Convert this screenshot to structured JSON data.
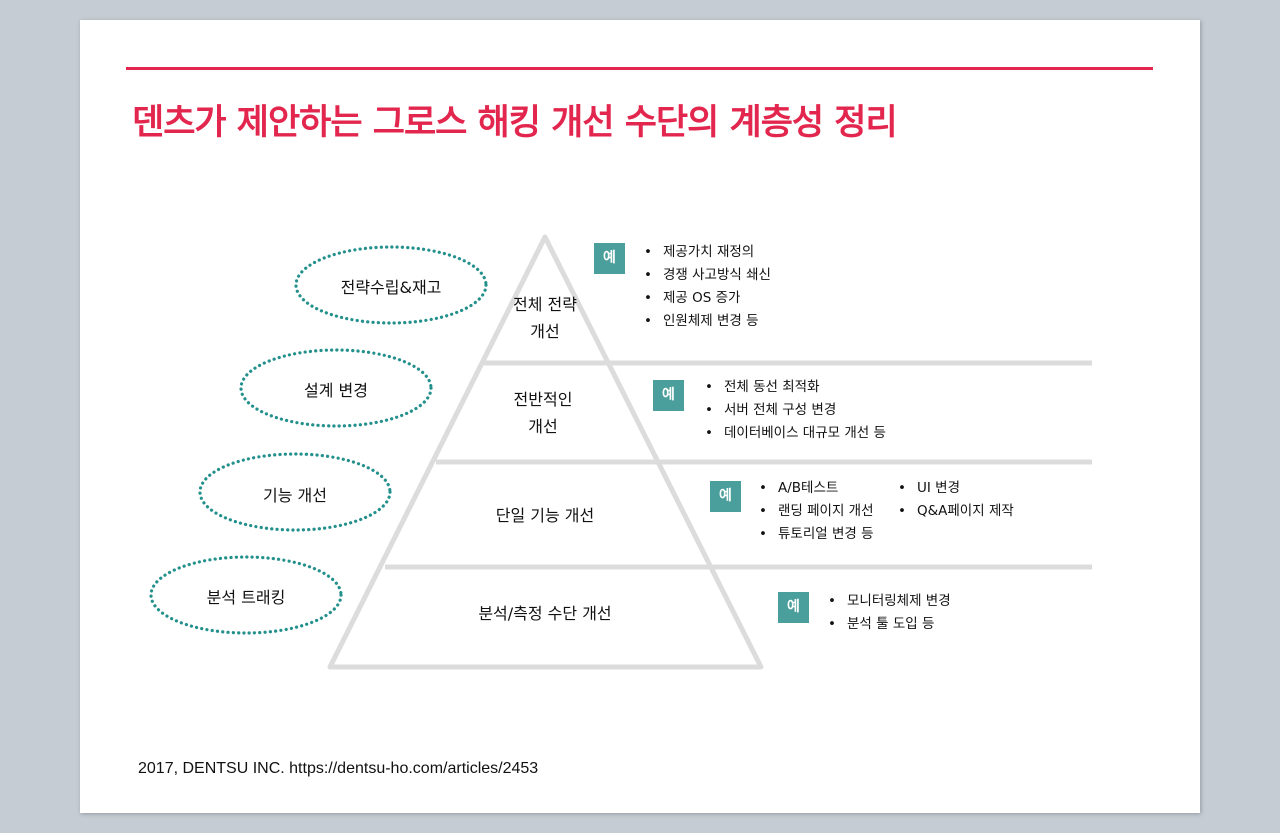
{
  "slide": {
    "title": "덴츠가 제안하는 그로스 해킹 개선 수단의 계층성 정리",
    "footer": "2017, DENTSU INC. https://dentsu-ho.com/articles/2453",
    "colors": {
      "accent": "#e2264e",
      "teal": "#4a9e9b",
      "pyramid_line": "#dcdcdc",
      "frame_bg": "#c5ccd3"
    }
  },
  "categories": [
    {
      "label": "전략수립&재고"
    },
    {
      "label": "설계 변경"
    },
    {
      "label": "기능 개선"
    },
    {
      "label": "분석 트래킹"
    }
  ],
  "tiers": [
    {
      "line1": "전체 전략",
      "line2": "개선"
    },
    {
      "line1": "전반적인",
      "line2": "개선"
    },
    {
      "line1": "단일 기능 개선",
      "line2": ""
    },
    {
      "line1": "분석/측정 수단 개선",
      "line2": ""
    }
  ],
  "examples": [
    {
      "badge": "예",
      "col1": [
        "제공가치 재정의",
        "경쟁 사고방식 쇄신",
        "제공 OS 증가",
        "인원체제 변경 등"
      ],
      "col2": []
    },
    {
      "badge": "예",
      "col1": [
        "전체 동선 최적화",
        "서버 전체 구성 변경",
        "데이터베이스 대규모 개선 등"
      ],
      "col2": []
    },
    {
      "badge": "예",
      "col1": [
        "A/B테스트",
        "랜딩 페이지 개선",
        "튜토리얼 변경 등"
      ],
      "col2": [
        "UI 변경",
        "Q&A페이지 제작"
      ]
    },
    {
      "badge": "예",
      "col1": [
        "모니터링체제 변경",
        "분석 툴 도입 등"
      ],
      "col2": []
    }
  ],
  "bullet_glyph": "•"
}
